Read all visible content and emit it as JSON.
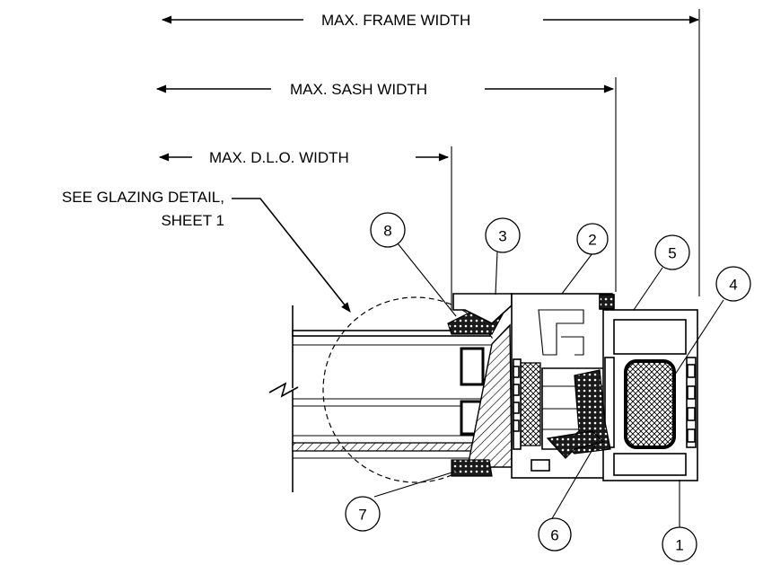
{
  "dimensions": {
    "frame_width": "MAX. FRAME WIDTH",
    "sash_width": "MAX. SASH WIDTH",
    "dlo_width": "MAX. D.L.O. WIDTH"
  },
  "callout": {
    "line1": "SEE GLAZING DETAIL,",
    "line2": "SHEET 1"
  },
  "balloons": [
    "1",
    "2",
    "3",
    "4",
    "5",
    "6",
    "7",
    "8"
  ]
}
